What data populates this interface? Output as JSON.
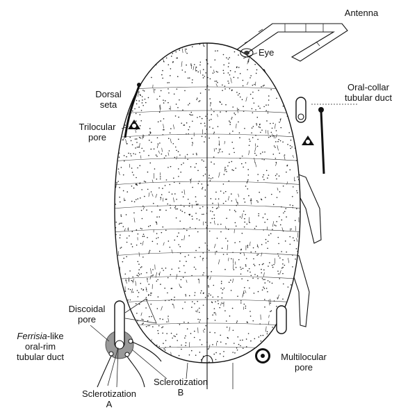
{
  "labels": {
    "antenna": "Antenna",
    "eye": "Eye",
    "oral_collar_1": "Oral-collar",
    "oral_collar_2": "tubular duct",
    "dorsal_seta_1": "Dorsal",
    "dorsal_seta_2": "seta",
    "trilocular_1": "Trilocular",
    "trilocular_2": "pore",
    "discoidal_1": "Discoidal",
    "discoidal_2": "pore",
    "ferrisia_italic": "Ferrisia",
    "ferrisia_rest": "-like",
    "ferrisia_2": "oral-rim",
    "ferrisia_3": "tubular duct",
    "sclerotization_a_1": "Sclerotization",
    "sclerotization_a_2": "A",
    "sclerotization_b_1": "Sclerotization",
    "sclerotization_b_2": "B",
    "multilocular_1": "Multilocular",
    "multilocular_2": "pore"
  }
}
